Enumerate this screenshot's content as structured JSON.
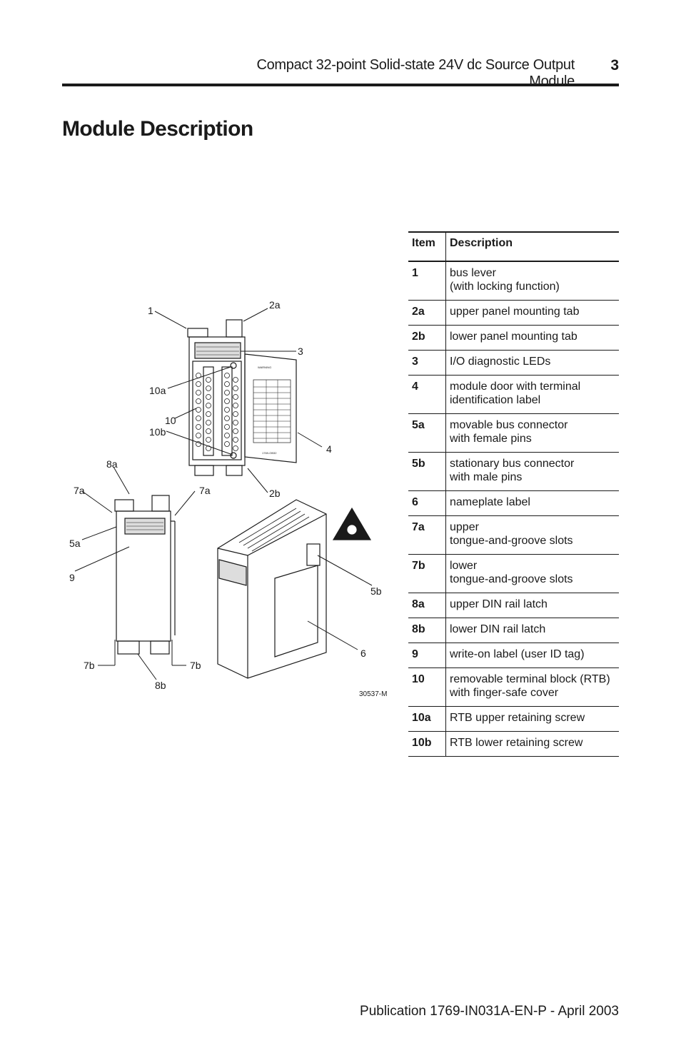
{
  "header": {
    "title": "Compact 32-point Solid-state 24V dc Source Output Module",
    "page_number": "3"
  },
  "section_title": "Module Description",
  "table": {
    "headers": [
      "Item",
      "Description"
    ],
    "rows": [
      {
        "item": "1",
        "description": "bus lever\n(with locking function)"
      },
      {
        "item": "2a",
        "description": "upper panel mounting tab"
      },
      {
        "item": "2b",
        "description": "lower panel mounting tab"
      },
      {
        "item": "3",
        "description": "I/O diagnostic LEDs"
      },
      {
        "item": "4",
        "description": "module door with terminal\nidentification label"
      },
      {
        "item": "5a",
        "description": "movable bus connector\nwith female pins"
      },
      {
        "item": "5b",
        "description": "stationary bus connector\nwith male pins"
      },
      {
        "item": "6",
        "description": "nameplate label"
      },
      {
        "item": "7a",
        "description": "upper\ntongue-and-groove slots"
      },
      {
        "item": "7b",
        "description": "lower\ntongue-and-groove slots"
      },
      {
        "item": "8a",
        "description": "upper DIN rail latch"
      },
      {
        "item": "8b",
        "description": "lower DIN rail latch"
      },
      {
        "item": "9",
        "description": "write-on label (user ID tag)"
      },
      {
        "item": "10",
        "description": "removable terminal block (RTB)\nwith finger-safe cover"
      },
      {
        "item": "10a",
        "description": "RTB upper retaining screw"
      },
      {
        "item": "10b",
        "description": "RTB lower retaining screw"
      }
    ]
  },
  "figure": {
    "callouts": {
      "c1": "1",
      "c2a": "2a",
      "c3": "3",
      "c10a": "10a",
      "c10": "10",
      "c10b": "10b",
      "c4": "4",
      "c8a": "8a",
      "c7a_left": "7a",
      "c7a_right": "7a",
      "c2b": "2b",
      "c5a": "5a",
      "c9": "9",
      "c5b": "5b",
      "c6": "6",
      "c7b_left": "7b",
      "c7b_right": "7b",
      "c8b": "8b"
    },
    "figure_id": "30537-M",
    "label_text": {
      "warning": "WARNING",
      "part_number": "1769-OB32"
    }
  },
  "footer": {
    "publication": "Publication 1769-IN031A-EN-P - April 2003"
  }
}
